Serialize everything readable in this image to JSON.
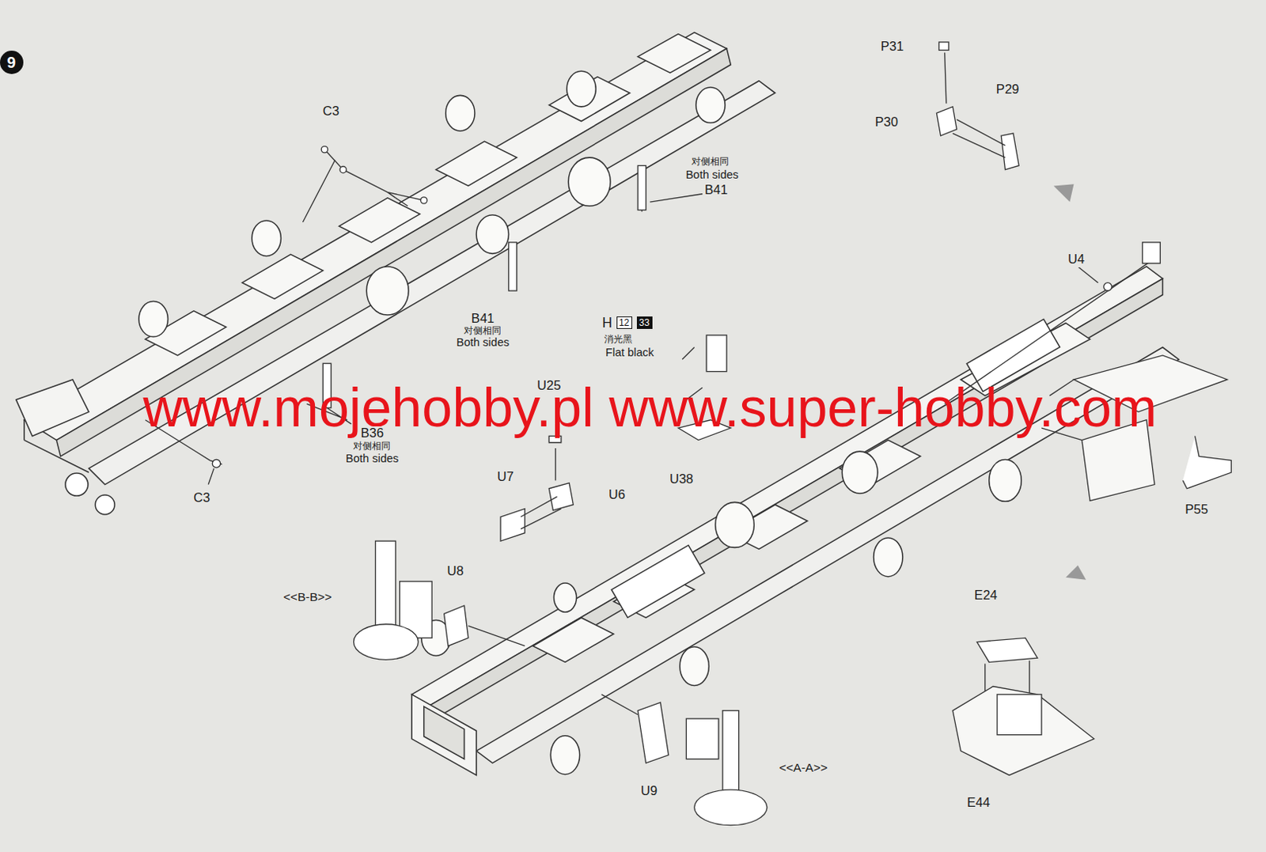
{
  "diagram": {
    "nodes": [
      {
        "text": [
          "9"
        ]
      },
      {
        "text": [
          "12"
        ]
      },
      {
        "text": [
          "33"
        ]
      }
    ],
    "labels": [
      "P31",
      "P29",
      "C3",
      "P30",
      "对侧相同",
      "Both sides",
      "B41",
      "U4",
      "B41",
      "对侧相同",
      "Both sides",
      "H",
      "消光黑",
      "Flat black",
      "U25",
      "www.mojehobby.pl www.super-hobby.com",
      "B36",
      "对侧相同",
      "Both sides",
      "U7",
      "U6",
      "U38",
      "C3",
      "P55",
      "U8",
      "<<B-B>>",
      "E24",
      "<<A-A>>",
      "U9",
      "E44"
    ]
  }
}
